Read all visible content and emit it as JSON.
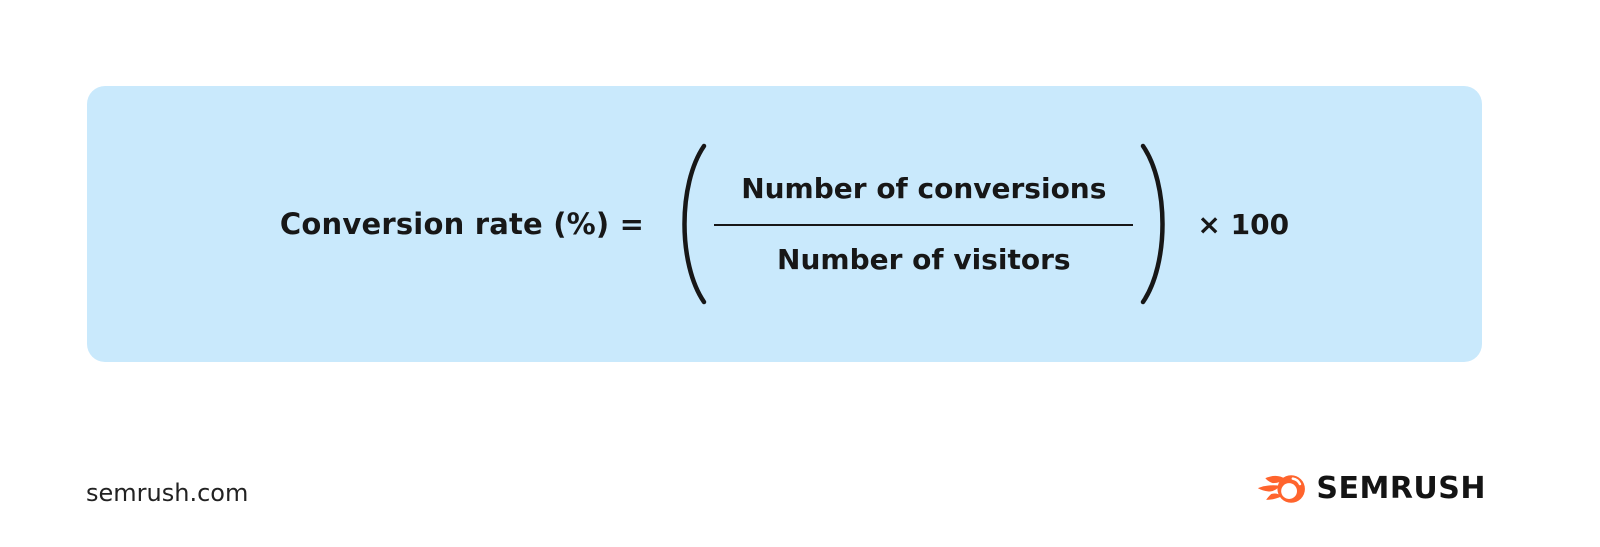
{
  "formula": {
    "lhs": "Conversion rate (%) =",
    "numerator": "Number of conversions",
    "denominator": "Number of visitors",
    "multiplier": "× 100"
  },
  "footer": {
    "site": "semrush.com",
    "brand": "SEMRUSH"
  },
  "icons": {
    "left_parenthesis": "left-parenthesis-icon",
    "right_parenthesis": "right-parenthesis-icon",
    "brand_icon": "semrush-flame-icon"
  },
  "colors": {
    "panel_background": "#C9E9FC",
    "formula_text": "#171717",
    "caption_text": "#222222",
    "brand_orange": "#FF642D",
    "page_background": "#FFFFFF"
  }
}
